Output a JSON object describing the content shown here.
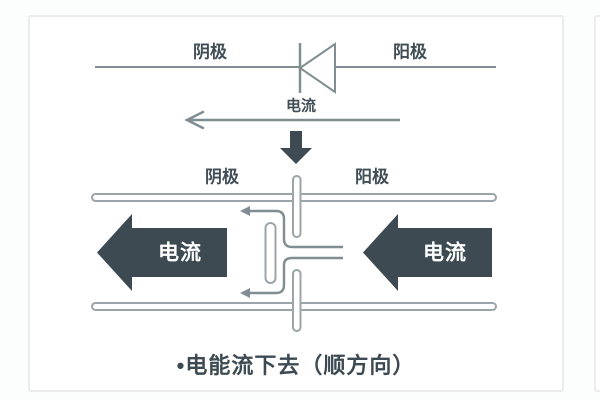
{
  "symbol_section": {
    "cathode_label": "阴极",
    "anode_label": "阳极",
    "current_label": "电流"
  },
  "structure_section": {
    "cathode_label": "阴极",
    "anode_label": "阳极",
    "left_arrow_label": "电流",
    "right_arrow_label": "电流"
  },
  "caption": {
    "text": "•电能流下去（顺方向）"
  },
  "colors": {
    "dark": "#3d4a52",
    "text": "#414e56",
    "line": "#818e91",
    "rail": "#9ba4a8",
    "border": "#ececec"
  }
}
